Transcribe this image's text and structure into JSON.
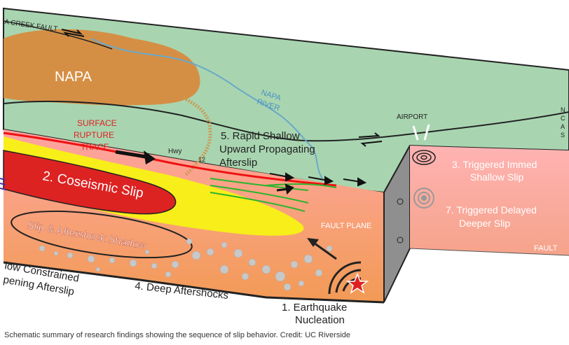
{
  "labels": {
    "fault_name": "A CREEK FAULT",
    "city": "NAPA",
    "river_line1": "NAPA",
    "river_line2": "RIVER",
    "surface_line1": "SURFACE",
    "surface_line2": "RUPTURE",
    "surface_line3": "TRACE",
    "hwy": "Hwy",
    "hwy_num": "12",
    "airport": "AIRPORT",
    "rapid_line1": "5. Rapid Shallow",
    "rapid_line2": "Upward Propagating",
    "rapid_line3": "Afterslip",
    "coseismic": "2. Coseismic Slip",
    "shadow": "Slip & Aftershock Shadow",
    "fault_plane": "FAULT PLANE",
    "slow_line1": "low Constrained",
    "slow_line2": "pening Afterslip",
    "deep_aftershocks": "4. Deep Aftershocks",
    "nucleation_line1": "1. Earthquake",
    "nucleation_line2": "Nucleation",
    "triggered_imm_line1": "3. Triggered Immed",
    "triggered_imm_line2": "Shallow Slip",
    "triggered_del_line1": "7. Triggered Delayed",
    "triggered_del_line2": "Deeper Slip",
    "fault_right": "FAULT",
    "right_edge_1": "N",
    "right_edge_2": "C",
    "right_edge_3": "A",
    "right_edge_4": "S"
  },
  "caption": "Schematic summary of research findings showing the sequence of slip behavior. Credit: UC Riverside",
  "colors": {
    "surface": "#a8d5b0",
    "city": "#d9873a",
    "fault_face": "#f4a480",
    "coseismic": "#dd2222",
    "yellow": "#f7ee1a",
    "side": "#8f8f8f",
    "river": "#6aa8c8",
    "red_text": "#e02020"
  }
}
